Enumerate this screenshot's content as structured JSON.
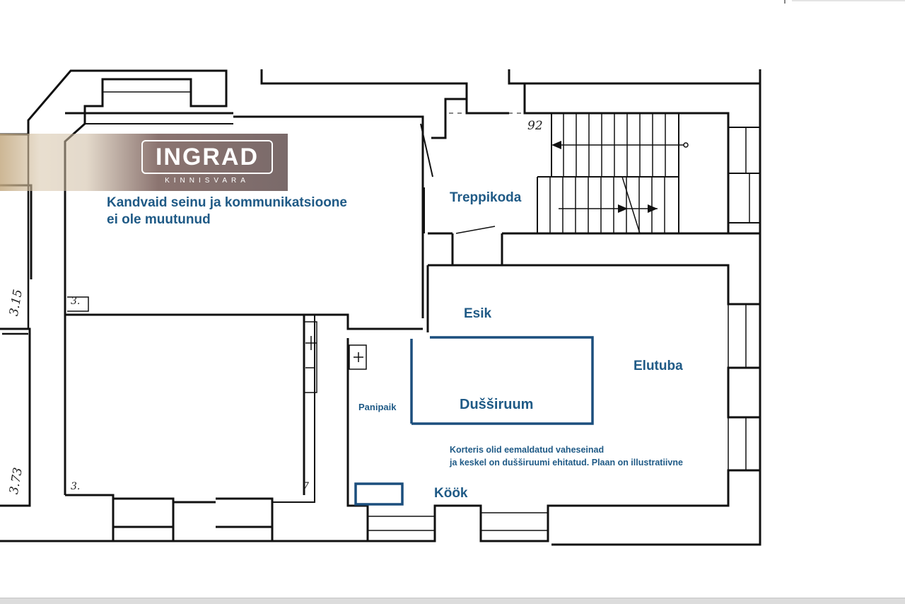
{
  "logo": {
    "word": "INGRAD",
    "sub": "KINNISVARA"
  },
  "note_walls": {
    "line1": "Kandvaid seinu ja kommunikatsioone",
    "line2": "ei ole muutunud"
  },
  "rooms": {
    "stairwell": "Treppikoda",
    "hall": "Esik",
    "living": "Elutuba",
    "shower": "Dušširuum",
    "laundry": "Panipaik",
    "kitchen": "Köök"
  },
  "note_changes": {
    "line1": "Korteris olid eemaldatud vaheseinad",
    "line2": "ja keskel on dušširuumi ehitatud. Plaan on illustratiivne"
  },
  "dimensions": {
    "stair_mark": "92",
    "height_upper": "3.15",
    "height_lower": "3.73",
    "mark_a": "3.",
    "mark_b": "3.",
    "mark_c": "7"
  },
  "colors": {
    "wall": "#111111",
    "label_blue": "#1f5a86",
    "shower_outline": "#1b4e7d"
  }
}
